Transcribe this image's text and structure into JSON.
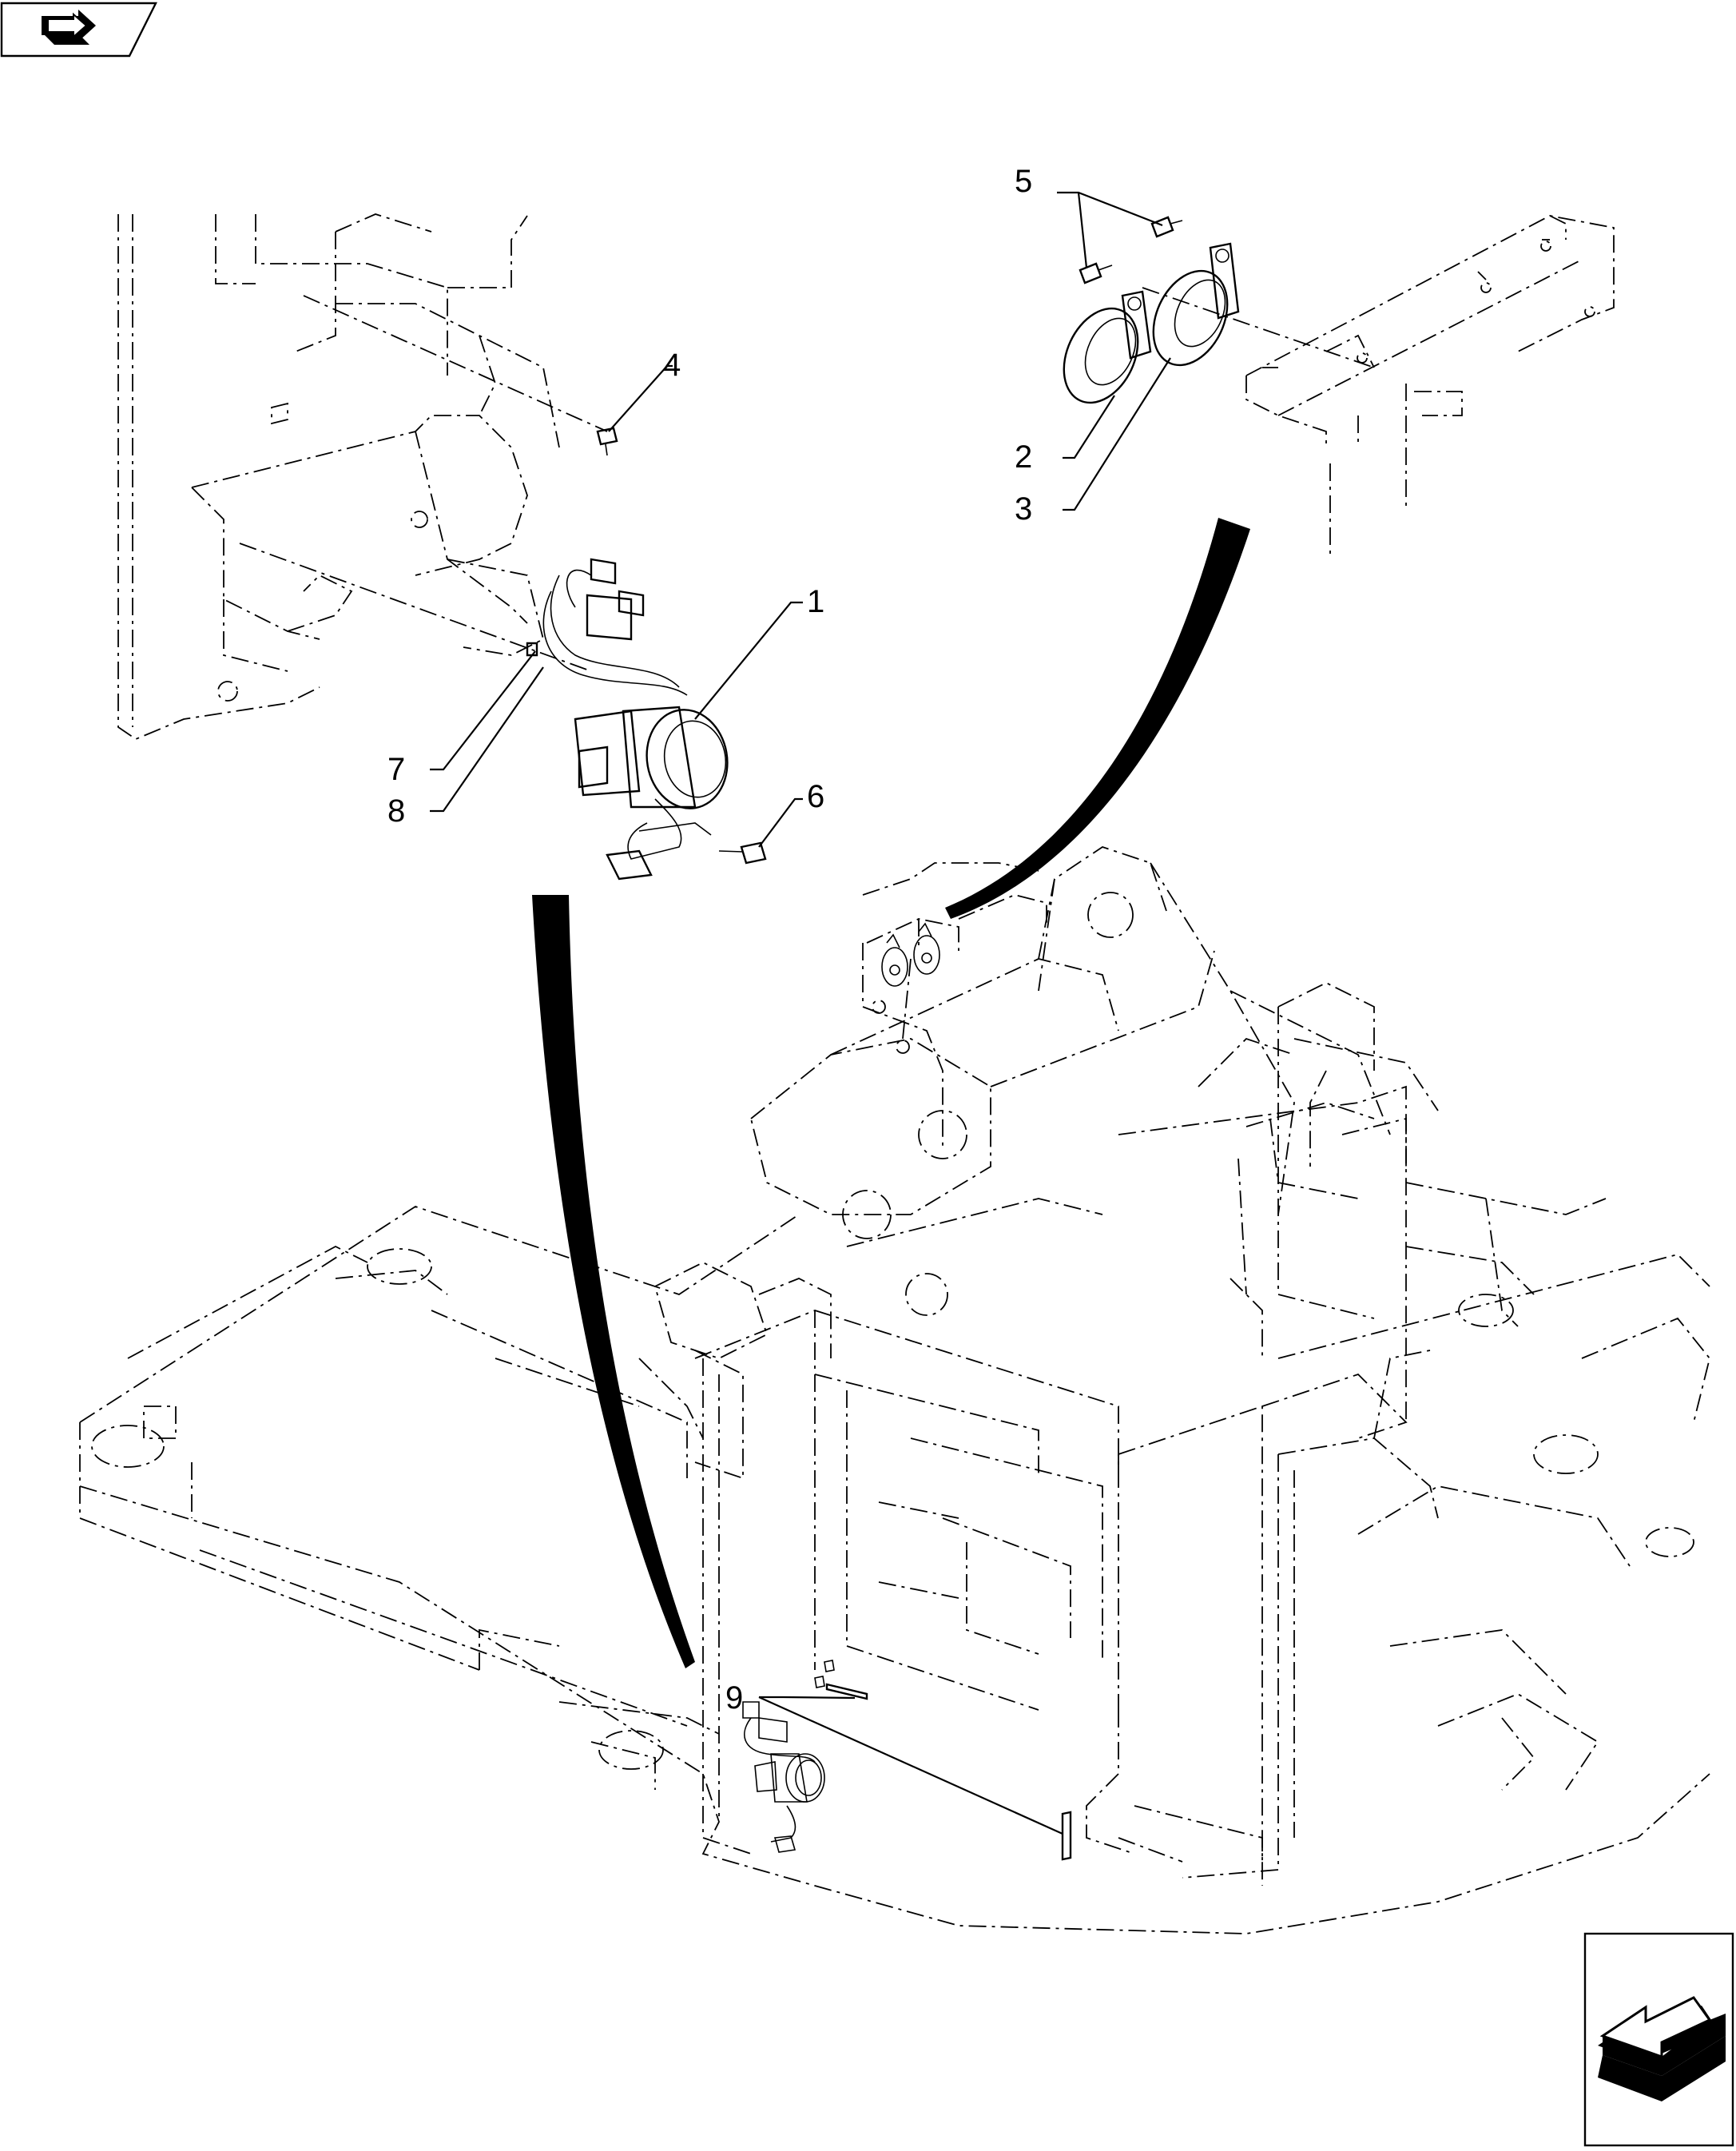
{
  "callouts": [
    {
      "id": "1",
      "label": "1"
    },
    {
      "id": "2",
      "label": "2"
    },
    {
      "id": "3",
      "label": "3"
    },
    {
      "id": "4",
      "label": "4"
    },
    {
      "id": "5",
      "label": "5"
    },
    {
      "id": "6",
      "label": "6"
    },
    {
      "id": "7",
      "label": "7"
    },
    {
      "id": "8",
      "label": "8"
    },
    {
      "id": "9",
      "label": "9"
    }
  ],
  "icons": {
    "top_left": "forward-arrow-badge-icon",
    "bottom_right": "isometric-direction-arrow-icon"
  },
  "colors": {
    "ink": "#000000",
    "paper": "#ffffff"
  }
}
